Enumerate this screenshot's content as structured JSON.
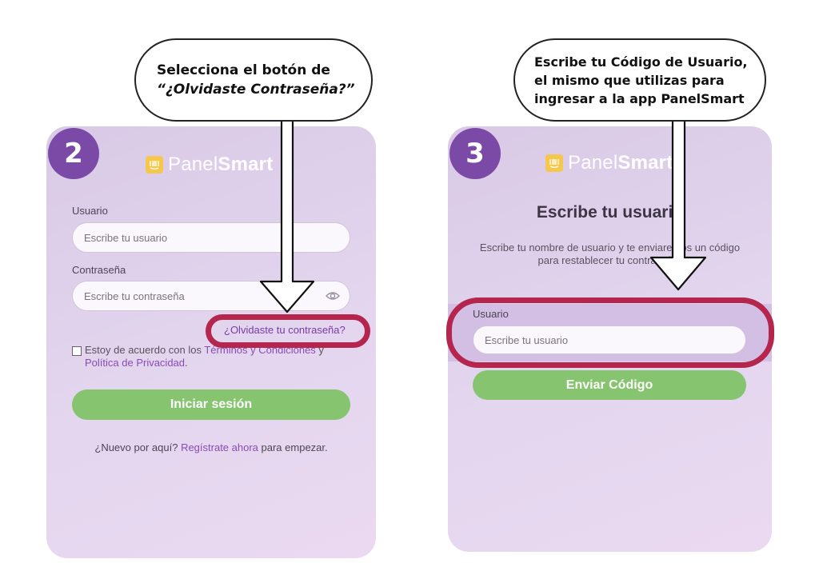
{
  "panel2": {
    "step_number": "2",
    "logo": {
      "word1": "Panel",
      "word2": "Smart",
      "mark": "barcode-cart-icon"
    },
    "usuario_label": "Usuario",
    "usuario_placeholder": "Escribe tu usuario",
    "password_label": "Contraseña",
    "password_placeholder": "Escribe tu contraseña",
    "forgot_link": "¿Olvidaste tu contraseña?",
    "terms_prefix": "Estoy de acuerdo con los ",
    "terms_link": "Términos y Condiciones",
    "terms_and": " y",
    "privacy_link": "Política de Privacidad",
    "privacy_suffix": ".",
    "login_button": "Iniciar sesión",
    "signup_prefix": "¿Nuevo por aquí? ",
    "signup_link": "Regístrate ahora",
    "signup_suffix": " para empezar."
  },
  "panel3": {
    "step_number": "3",
    "logo": {
      "word1": "Panel",
      "word2": "Smart",
      "mark": "barcode-cart-icon"
    },
    "title": "Escribe tu usuario",
    "description_line1": "Escribe tu nombre de usuario y te enviaremos un código",
    "description_line2": "para restablecer tu contraseña.",
    "usuario_label": "Usuario",
    "usuario_placeholder": "Escribe tu usuario",
    "send_button": "Enviar Código"
  },
  "callout2": {
    "line1": "Selecciona el botón de",
    "line2": "“¿Olvidaste Contraseña?”"
  },
  "callout3": {
    "line1": "Escribe tu Código de Usuario,",
    "line2": "el mismo que utilizas para",
    "line3": "ingresar a la app PanelSmart"
  },
  "colors": {
    "badge": "#7b4aa6",
    "highlight_ring": "#b5264e",
    "button_green": "#86c46f",
    "link_purple": "#8a4bb5",
    "logo_yellow": "#f5c84c"
  }
}
